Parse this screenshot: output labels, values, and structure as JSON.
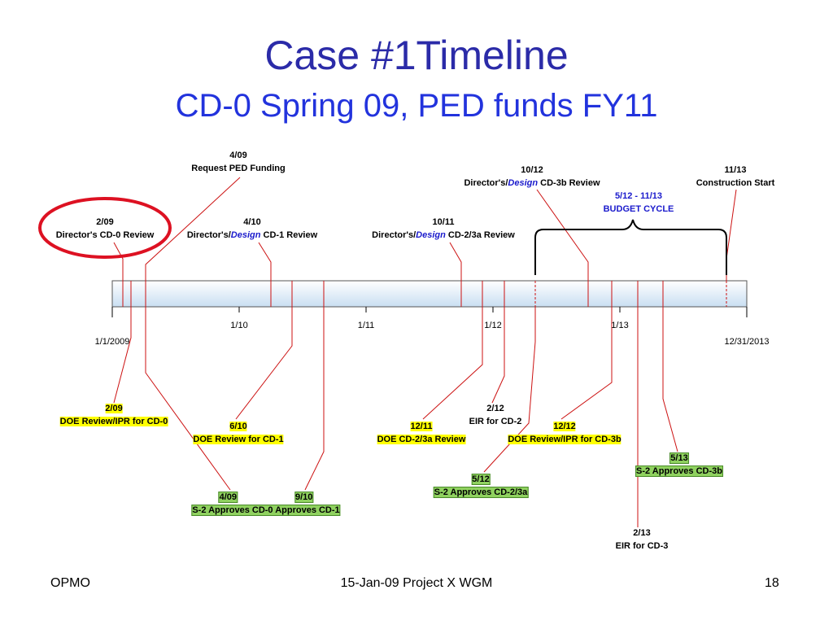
{
  "title": "Case #1Timeline",
  "subtitle": "CD-0 Spring 09, PED funds FY11",
  "top_events": {
    "e1_date": "2/09",
    "e1_text": "Director's CD-0 Review",
    "e2_date": "4/09",
    "e2_text": "Request PED Funding",
    "e3_date": "4/10",
    "e3_pre": "Director's/",
    "e3_design": "Design",
    "e3_post": " CD-1 Review",
    "e4_date": "10/11",
    "e4_pre": "Director's/",
    "e4_design": "Design",
    "e4_post": " CD-2/3a Review",
    "e5_date": "10/12",
    "e5_pre": "Director's/",
    "e5_design": "Design",
    "e5_post": " CD-3b Review",
    "e6_date": "11/13",
    "e6_text": "Construction Start",
    "budget_range": "5/12 - 11/13",
    "budget_text": "BUDGET CYCLE"
  },
  "axis": {
    "ticks": [
      "1/10",
      "1/11",
      "1/12",
      "1/13"
    ],
    "start": "1/1/2009",
    "end": "12/31/2013"
  },
  "bottom_events": {
    "b1_date": "2/09",
    "b1_text": "DOE Review/IPR for CD-0",
    "b2_date": "6/10",
    "b2_text": "DOE Review for CD-1",
    "b3_date1": "4/09",
    "b3_date2": "9/10",
    "b3_text": "S-2 Approves CD-0 Approves CD-1",
    "b4_date": "12/11",
    "b4_text": "DOE CD-2/3a Review",
    "b5_date": "2/12",
    "b5_text": "EIR for CD-2",
    "b6_date": "5/12",
    "b6_text": "S-2 Approves CD-2/3a",
    "b7_date": "12/12",
    "b7_text": "DOE Review/IPR for CD-3b",
    "b8_date": "5/13",
    "b8_text": "S-2 Approves CD-3b",
    "b9_date": "2/13",
    "b9_text": "EIR for CD-3"
  },
  "footer": {
    "left": "OPMO",
    "center": "15-Jan-09 Project X WGM",
    "right": "18"
  },
  "colors": {
    "title": "#2b2ba8",
    "subtitle": "#2233dd",
    "leader": "#cc1111",
    "highlight_yellow": "#ffff00",
    "highlight_green": "#8fd15f"
  }
}
